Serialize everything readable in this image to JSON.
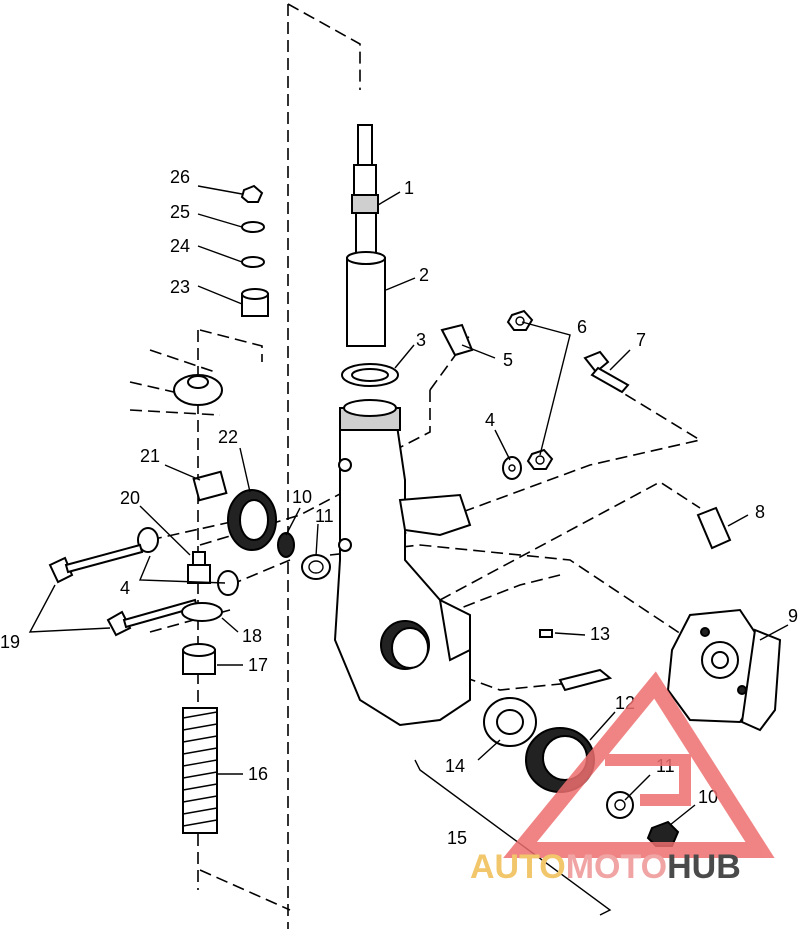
{
  "callouts": [
    {
      "id": "c1",
      "text": "1"
    },
    {
      "id": "c2",
      "text": "2"
    },
    {
      "id": "c3",
      "text": "3"
    },
    {
      "id": "c4a",
      "text": "4"
    },
    {
      "id": "c4b",
      "text": "4"
    },
    {
      "id": "c5",
      "text": "5"
    },
    {
      "id": "c6",
      "text": "6"
    },
    {
      "id": "c7",
      "text": "7"
    },
    {
      "id": "c8",
      "text": "8"
    },
    {
      "id": "c9",
      "text": "9"
    },
    {
      "id": "c10a",
      "text": "10"
    },
    {
      "id": "c10b",
      "text": "10"
    },
    {
      "id": "c11a",
      "text": "11"
    },
    {
      "id": "c11b",
      "text": "11"
    },
    {
      "id": "c12",
      "text": "12"
    },
    {
      "id": "c13",
      "text": "13"
    },
    {
      "id": "c14",
      "text": "14"
    },
    {
      "id": "c15",
      "text": "15"
    },
    {
      "id": "c16",
      "text": "16"
    },
    {
      "id": "c17",
      "text": "17"
    },
    {
      "id": "c18",
      "text": "18"
    },
    {
      "id": "c19",
      "text": "19"
    },
    {
      "id": "c20",
      "text": "20"
    },
    {
      "id": "c21",
      "text": "21"
    },
    {
      "id": "c22",
      "text": "22"
    },
    {
      "id": "c23",
      "text": "23"
    },
    {
      "id": "c24",
      "text": "24"
    },
    {
      "id": "c25",
      "text": "25"
    },
    {
      "id": "c26",
      "text": "26"
    }
  ],
  "watermark": {
    "auto": "AUTO",
    "moto": "MOTO",
    "hub": "HUB",
    "colors": {
      "auto": "#f2c66a",
      "moto": "#f0a4a4",
      "hub": "#4a4a4a",
      "triangle": "#ee6f6f"
    }
  }
}
